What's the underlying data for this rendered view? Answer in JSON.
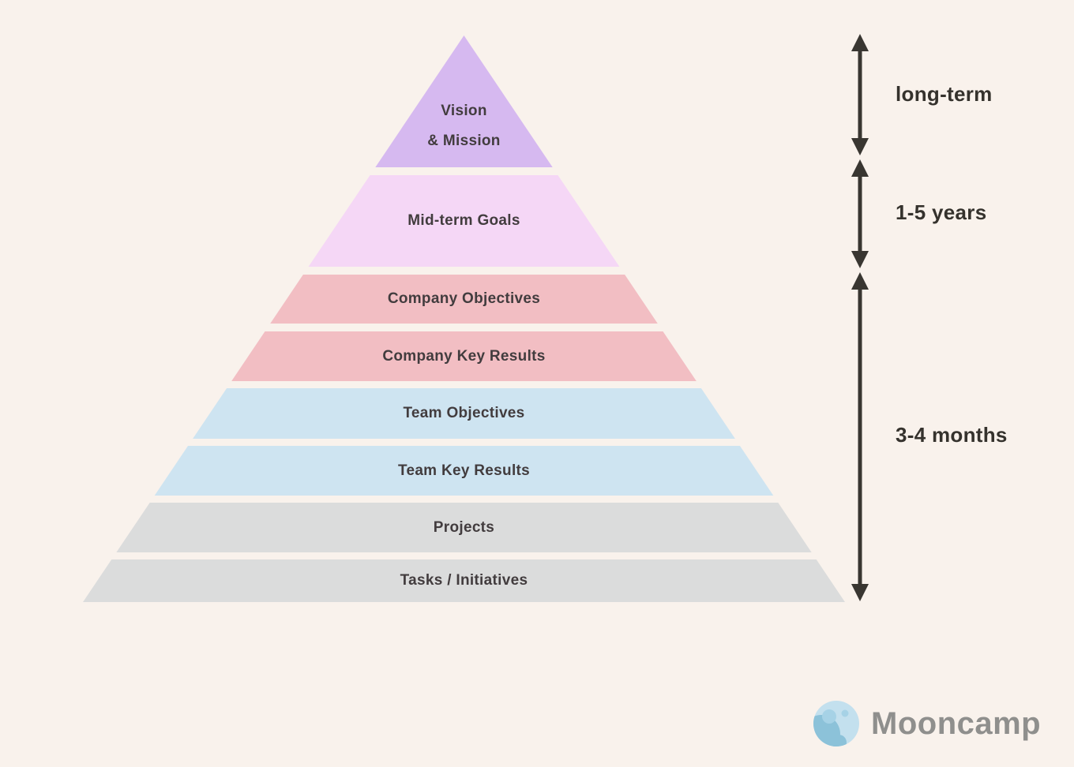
{
  "diagram": {
    "type": "pyramid",
    "title": "OKR goal hierarchy pyramid",
    "text_color": "#423c3e",
    "background_color": "#f9f2ec",
    "levels": [
      {
        "id": "vision-mission",
        "label": "Vision & Mission",
        "label_lines": [
          "Vision",
          "& Mission"
        ],
        "color": "#d6b9f0"
      },
      {
        "id": "mid-term-goals",
        "label": "Mid-term Goals",
        "color": "#f5d7f6"
      },
      {
        "id": "company-objectives",
        "label": "Company Objectives",
        "color": "#f2bec3"
      },
      {
        "id": "company-key-results",
        "label": "Company Key Results",
        "color": "#f2bec3"
      },
      {
        "id": "team-objectives",
        "label": "Team Objectives",
        "color": "#cee4f1"
      },
      {
        "id": "team-key-results",
        "label": "Team Key Results",
        "color": "#cee4f1"
      },
      {
        "id": "projects",
        "label": "Projects",
        "color": "#dbdcdc"
      },
      {
        "id": "tasks-initiatives",
        "label": "Tasks / Initiatives",
        "color": "#dbdcdc"
      }
    ]
  },
  "timeframes": {
    "arrow_color": "#393631",
    "label_color": "#35322d",
    "items": [
      {
        "label": "long-term"
      },
      {
        "label": "1-5 years"
      },
      {
        "label": "3-4 months"
      }
    ]
  },
  "logo": {
    "text": "Mooncamp",
    "text_color": "#8f8f8d",
    "moon_body_color": "#c3e0ee",
    "moon_shadow_color": "#8cc2d9",
    "moon_crater_color": "#a6d2e6"
  }
}
